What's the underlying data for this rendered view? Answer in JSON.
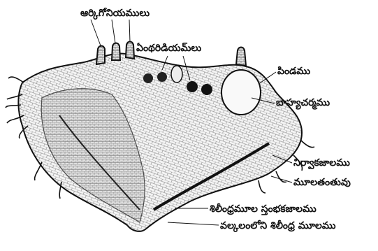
{
  "labels": {
    "archegonia": "ఆర్కిగోనియములు",
    "antheridia": "ఏంథరిడియమ్‌లు",
    "embryo": "పిండము",
    "epidermis": "బాహ్యచర్మము",
    "vascular_tissue": "నిర్వాకజాలము",
    "rhizoids": "మూలతంతువు",
    "xylem_root_tissue": "శిలీంధ్రమూల స్తంభకజాలము",
    "cortex_root": "వల్కలంలోని శిలీంధ్ర మూలము"
  },
  "colors": {
    "ink": "#111111",
    "paper": "#ffffff",
    "tissue": "#e8e8e8"
  }
}
